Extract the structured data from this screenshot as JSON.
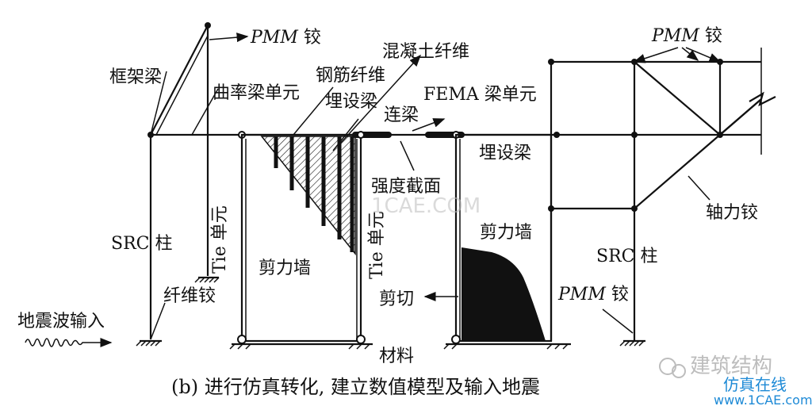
{
  "labels": {
    "pmm_hinge_top": {
      "italic": "PMM",
      "text": " 铰"
    },
    "frame_beam": "框架梁",
    "curvature_beam_element": "曲率梁单元",
    "concrete_fiber": "混凝土纤维",
    "rebar_fiber": "钢筋纤维",
    "embedded_beam_left": "埋设梁",
    "coupling_beam": "连梁",
    "fema_beam_element": "FEMA 梁单元",
    "pmm_hinge_right": {
      "italic": "PMM",
      "text": " 铰"
    },
    "strength_section": "强度截面",
    "embedded_beam_right": "埋设梁",
    "tie_element_left": "Tie 单元",
    "tie_element_mid": "Tie 单元",
    "src_column_left": "SRC 柱",
    "shear_wall_left": "剪力墙",
    "shear_wall_right": "剪力墙",
    "axial_hinge": "轴力铰",
    "src_column_right": "SRC 柱",
    "fiber_hinge": "纤维铰",
    "shear": "剪切",
    "pmm_hinge_bottom": {
      "italic": "PMM",
      "text": " 铰"
    },
    "seismic_input": "地震波输入",
    "material": "材料"
  },
  "caption": "(b) 进行仿真转化, 建立数值模型及输入地震",
  "watermarks": {
    "center": "1CAE.COM",
    "brand": "建筑结构",
    "site_cn": "仿真在线",
    "site_url": "www.1CAE.com"
  }
}
